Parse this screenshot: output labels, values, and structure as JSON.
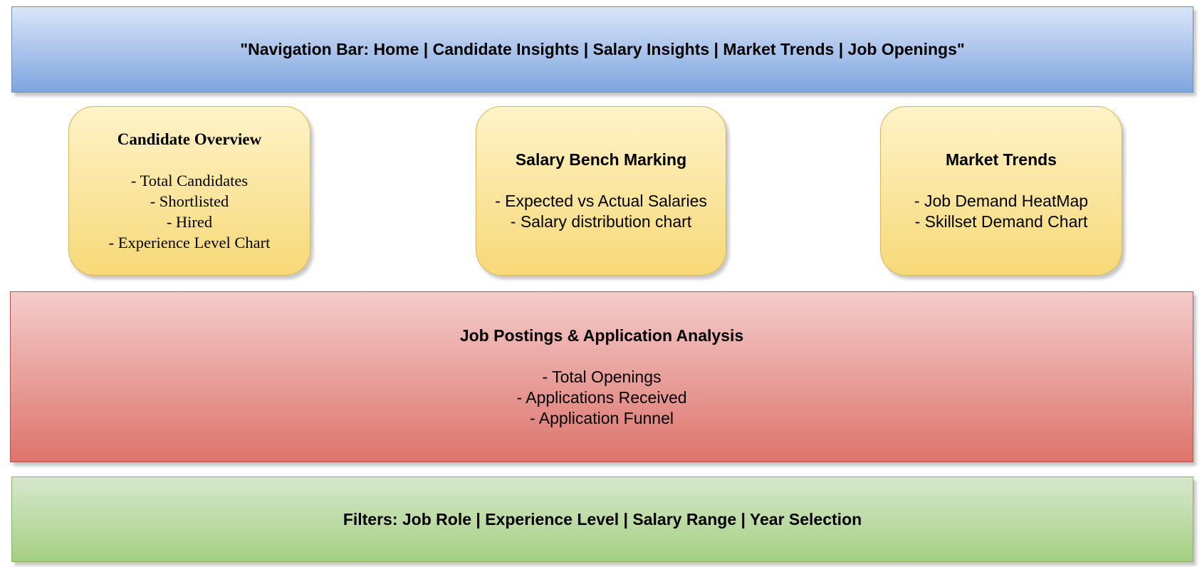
{
  "nav_bar": {
    "text": "\"Navigation Bar: Home | Candidate Insights | Salary Insights | Market Trends | Job Openings\""
  },
  "cards": [
    {
      "title": "Candidate Overview",
      "items": [
        "- Total Candidates",
        "- Shortlisted",
        "- Hired",
        "- Experience Level Chart"
      ]
    },
    {
      "title": "Salary Bench Marking",
      "items": [
        "- Expected vs Actual Salaries",
        "- Salary distribution chart"
      ]
    },
    {
      "title": "Market Trends",
      "items": [
        "- Job Demand HeatMap",
        "- Skillset Demand Chart"
      ]
    }
  ],
  "job_postings": {
    "title": "Job Postings & Application Analysis",
    "items": [
      "- Total Openings",
      "- Applications Received",
      "- Application Funnel"
    ]
  },
  "filters": {
    "text": "Filters: Job Role | Experience Level | Salary Range | Year Selection"
  },
  "colors": {
    "nav_fill_top": "#dae5f8",
    "nav_fill_bottom": "#7ea5df",
    "nav_stroke": "#6c8ebf",
    "card_fill_top": "#fff3c8",
    "card_fill_bottom": "#f7d978",
    "card_stroke": "#d6b656",
    "jobs_fill_top": "#f4cccc",
    "jobs_fill_bottom": "#dd746b",
    "jobs_stroke": "#b85450",
    "filters_fill_top": "#d6e8cc",
    "filters_fill_bottom": "#a6cf82",
    "filters_stroke": "#82b366"
  }
}
